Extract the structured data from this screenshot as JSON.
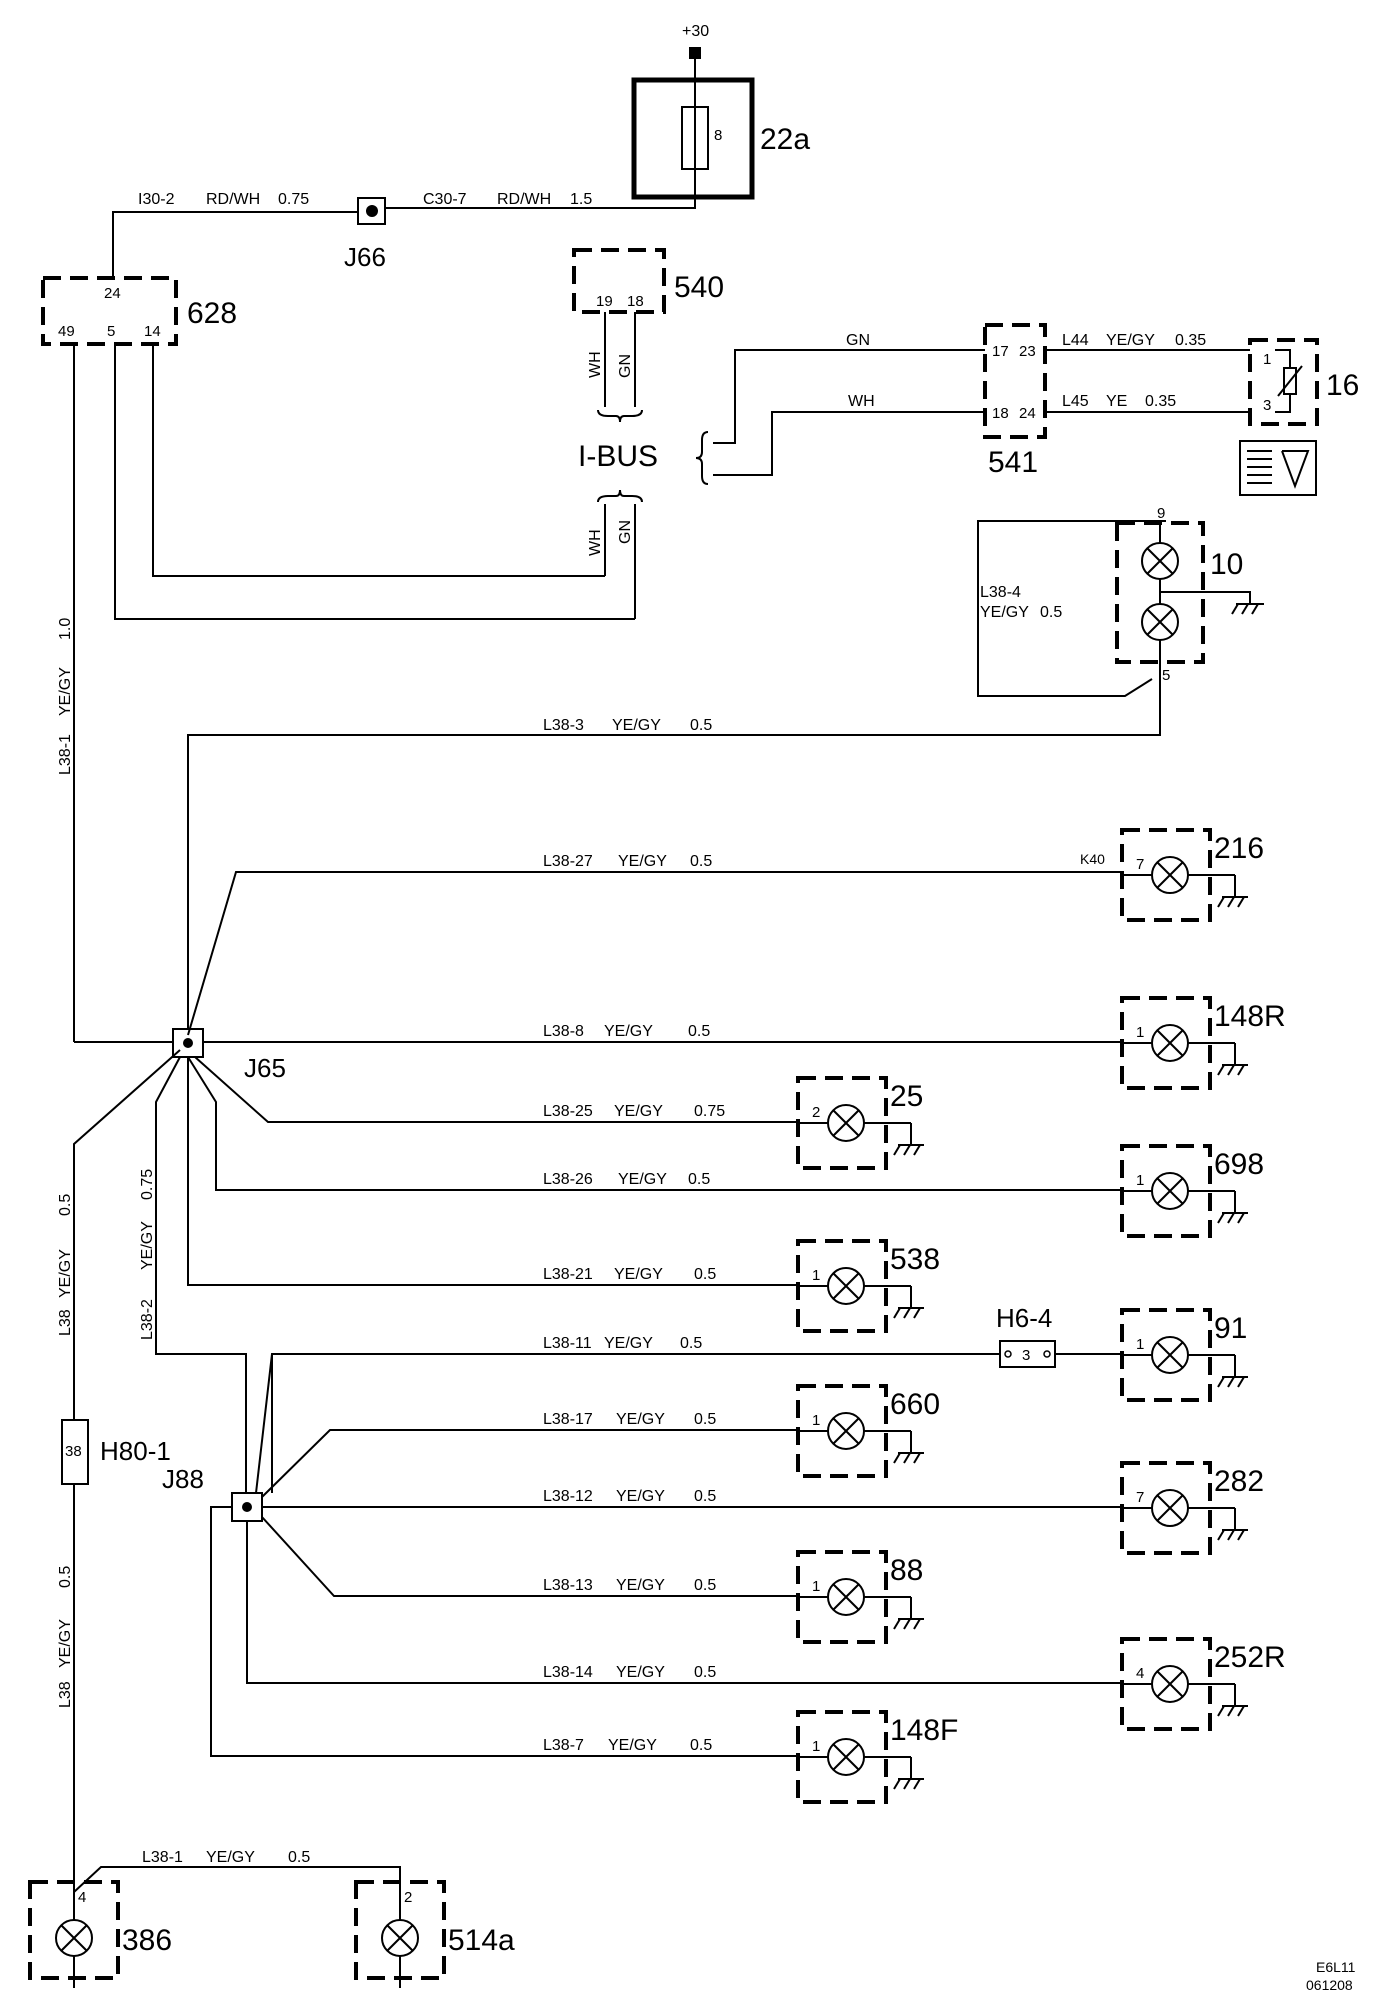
{
  "supply": {
    "label": "+30"
  },
  "components": {
    "fuse": {
      "id": "22a",
      "pin": "8"
    },
    "c628": {
      "id": "628",
      "pins": [
        "24",
        "49",
        "5",
        "14"
      ]
    },
    "c540": {
      "id": "540",
      "pins": [
        "19",
        "18"
      ]
    },
    "c541": {
      "id": "541",
      "pins": [
        "17",
        "23",
        "18",
        "24"
      ]
    },
    "c16": {
      "id": "16",
      "pins": [
        "1",
        "3"
      ]
    },
    "c10": {
      "id": "10",
      "pins": [
        "9",
        "5"
      ]
    },
    "c216": {
      "id": "216",
      "pin": "7",
      "conn": "K40"
    },
    "c148R": {
      "id": "148R",
      "pin": "1"
    },
    "c25": {
      "id": "25",
      "pin": "2"
    },
    "c698": {
      "id": "698",
      "pin": "1"
    },
    "c538": {
      "id": "538",
      "pin": "1"
    },
    "c91": {
      "id": "91",
      "pin": "1"
    },
    "c660": {
      "id": "660",
      "pin": "1"
    },
    "c282": {
      "id": "282",
      "pin": "7"
    },
    "c88": {
      "id": "88",
      "pin": "1"
    },
    "c252R": {
      "id": "252R",
      "pin": "4"
    },
    "c148F": {
      "id": "148F",
      "pin": "1"
    },
    "c386": {
      "id": "386",
      "pin": "4"
    },
    "c514a": {
      "id": "514a",
      "pin": "2"
    }
  },
  "junctions": {
    "j66": "J66",
    "j65": "J65",
    "j88": "J88",
    "h80": {
      "id": "H80-1",
      "pin": "38"
    },
    "h6": {
      "id": "H6-4",
      "pin": "3"
    }
  },
  "bus": {
    "label": "I-BUS"
  },
  "wires": {
    "i30": {
      "id": "I30-2",
      "color": "RD/WH",
      "size": "0.75"
    },
    "c30": {
      "id": "C30-7",
      "color": "RD/WH",
      "size": "1.5"
    },
    "wh": "WH",
    "gn": "GN",
    "l44": {
      "id": "L44",
      "color": "YE/GY",
      "size": "0.35"
    },
    "l45": {
      "id": "L45",
      "color": "YE",
      "size": "0.35"
    },
    "l38_4": {
      "id": "L38-4",
      "color": "YE/GY",
      "size": "0.5"
    },
    "l38_3": {
      "id": "L38-3",
      "color": "YE/GY",
      "size": "0.5"
    },
    "l38_27": {
      "id": "L38-27",
      "color": "YE/GY",
      "size": "0.5"
    },
    "l38_8": {
      "id": "L38-8",
      "color": "YE/GY",
      "size": "0.5"
    },
    "l38_25": {
      "id": "L38-25",
      "color": "YE/GY",
      "size": "0.75"
    },
    "l38_26": {
      "id": "L38-26",
      "color": "YE/GY",
      "size": "0.5"
    },
    "l38_21": {
      "id": "L38-21",
      "color": "YE/GY",
      "size": "0.5"
    },
    "l38_11": {
      "id": "L38-11",
      "color": "YE/GY",
      "size": "0.5"
    },
    "l38_17": {
      "id": "L38-17",
      "color": "YE/GY",
      "size": "0.5"
    },
    "l38_12": {
      "id": "L38-12",
      "color": "YE/GY",
      "size": "0.5"
    },
    "l38_13": {
      "id": "L38-13",
      "color": "YE/GY",
      "size": "0.5"
    },
    "l38_14": {
      "id": "L38-14",
      "color": "YE/GY",
      "size": "0.5"
    },
    "l38_7": {
      "id": "L38-7",
      "color": "YE/GY",
      "size": "0.5"
    },
    "l38_1_top": {
      "id": "L38-1",
      "color": "YE/GY",
      "size": "1.0"
    },
    "l38_2": {
      "id": "L38-2",
      "color": "YE/GY",
      "size": "0.75"
    },
    "l38_upper": {
      "id": "L38",
      "color": "YE/GY",
      "size": "0.5"
    },
    "l38_lower": {
      "id": "L38",
      "color": "YE/GY",
      "size": "0.5"
    },
    "l38_1_bottom": {
      "id": "L38-1",
      "color": "YE/GY",
      "size": "0.5"
    }
  },
  "drawing_ref": {
    "line1": "E6L11",
    "line2": "061208"
  }
}
